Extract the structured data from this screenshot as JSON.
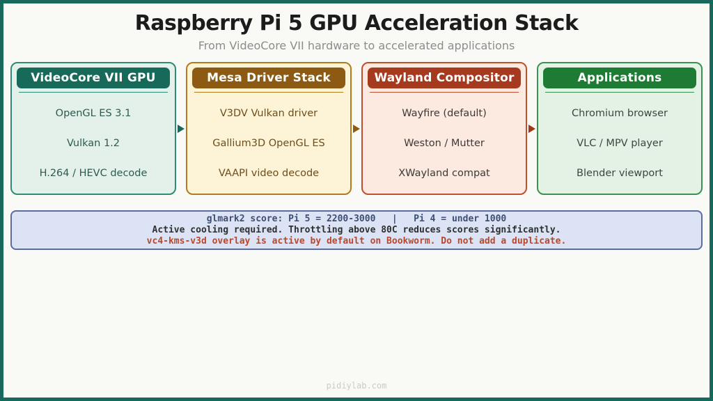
{
  "page": {
    "title": "Raspberry Pi 5 GPU Acceleration Stack",
    "subtitle": "From VideoCore VII hardware to accelerated applications",
    "watermark": "pidiylab.com"
  },
  "cards": [
    {
      "title": "VideoCore VII GPU",
      "items": [
        "OpenGL ES 3.1",
        "Vulkan 1.2",
        "H.264 / HEVC decode"
      ],
      "colors": {
        "header_bg": "#17695a",
        "border": "#2e8b75",
        "body_bg": "#e3f1ea",
        "text": "#2f5a4f",
        "arrow": "#17695a"
      }
    },
    {
      "title": "Mesa Driver Stack",
      "items": [
        "V3DV Vulkan driver",
        "Gallium3D OpenGL ES",
        "VAAPI video decode"
      ],
      "colors": {
        "header_bg": "#8c5a12",
        "border": "#b07c1f",
        "body_bg": "#fdf3d6",
        "text": "#6d4e1c",
        "arrow": "#8a5c0e"
      }
    },
    {
      "title": "Wayland Compositor",
      "items": [
        "Wayfire (default)",
        "Weston / Mutter",
        "XWayland compat"
      ],
      "colors": {
        "header_bg": "#a53a1f",
        "border": "#c14e2e",
        "body_bg": "#fce9df",
        "text": "#3d3a36",
        "arrow": "#a03818"
      }
    },
    {
      "title": "Applications",
      "items": [
        "Chromium browser",
        "VLC / MPV player",
        "Blender viewport"
      ],
      "colors": {
        "header_bg": "#1e7b33",
        "border": "#3a9152",
        "body_bg": "#e4f2e6",
        "text": "#3b473e",
        "arrow": "#1e7b33"
      }
    }
  ],
  "note_box": {
    "bg": "#dce3f4",
    "border": "#5b6c9e",
    "lines": {
      "score": "glmark2 score: Pi 5 = 2200-3000   |   Pi 4 = under 1000",
      "cooling": "Active cooling required. Throttling above 80C reduces scores significantly.",
      "overlay": "vc4-kms-v3d overlay is active by default on Bookworm. Do not add a duplicate."
    },
    "line_colors": {
      "score": "#3e4d73",
      "cooling": "#2f2f2f",
      "overlay": "#b8482b"
    }
  }
}
